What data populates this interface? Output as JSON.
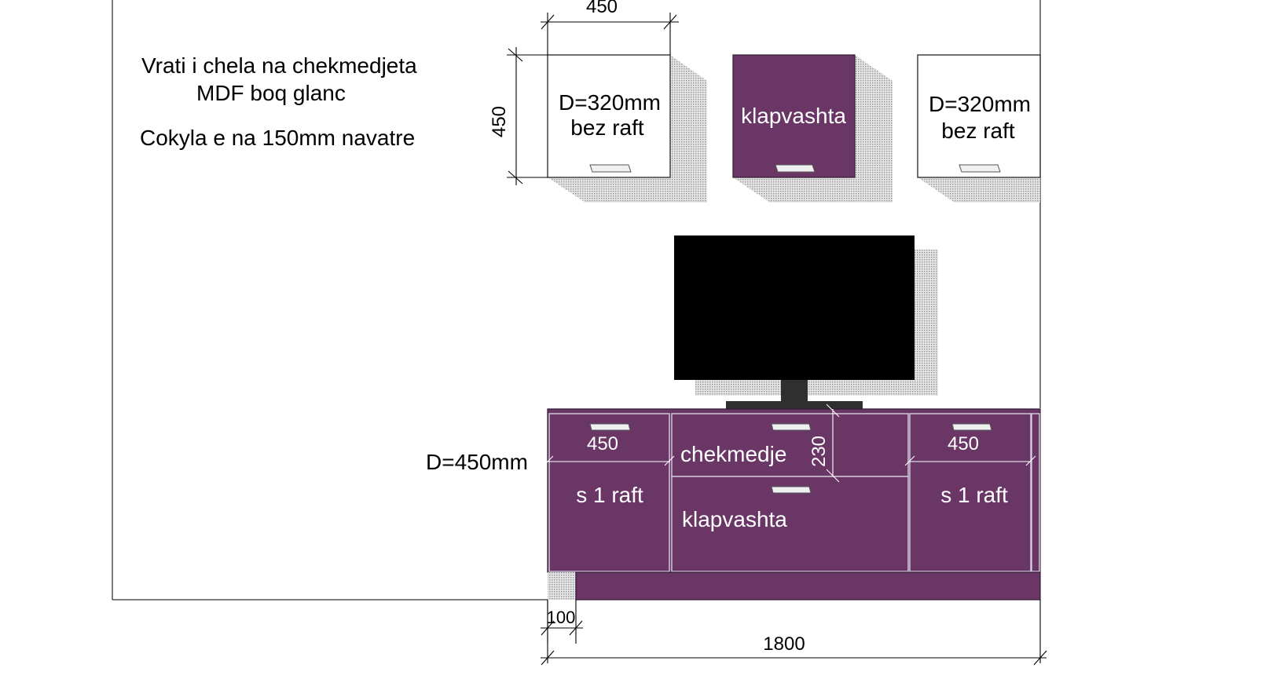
{
  "notes": {
    "line1": "Vrati i chela na chekmedjeta",
    "line2": "MDF boq glanc",
    "line3": "Cokyla e na 150mm navatre"
  },
  "upper_cabinets": {
    "width_dim": "450",
    "height_dim": "450",
    "left": {
      "line1": "D=320mm",
      "line2": "bez raft"
    },
    "middle": {
      "label": "klapvashta"
    },
    "right": {
      "line1": "D=320mm",
      "line2": "bez raft"
    }
  },
  "base_unit": {
    "depth_label": "D=450mm",
    "left_dim": "450",
    "left_label": "s 1 raft",
    "drawer_label": "chekmedje",
    "drawer_height_dim": "230",
    "flap_label": "klapvashta",
    "right_dim": "450",
    "right_label": "s 1 raft",
    "plinth_dim": "100",
    "total_width_dim": "1800"
  },
  "colors": {
    "purple": "#6a3666",
    "tv": "#000000",
    "stand": "#2f2f2f",
    "shadow": "#bdbdbd"
  }
}
